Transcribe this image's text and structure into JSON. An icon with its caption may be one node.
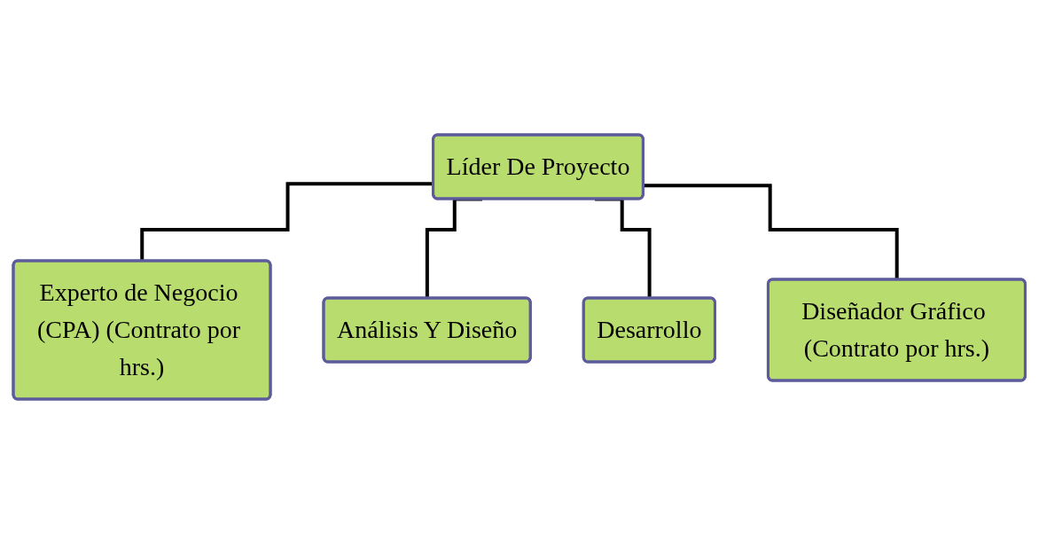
{
  "diagram": {
    "nodes": [
      {
        "text": [
          "Líder De Proyecto"
        ]
      },
      {
        "text": [
          "Experto de Negocio (CPA) (Contrato por hrs.)"
        ]
      },
      {
        "text": [
          "Análisis Y Diseño"
        ]
      },
      {
        "text": [
          "Desarrollo"
        ]
      },
      {
        "text": [
          "Diseñador Gráfico (Contrato por hrs.)"
        ]
      }
    ],
    "edges": [
      {
        "from": 0,
        "to": 1,
        "arrow": "none"
      },
      {
        "from": 0,
        "to": 2,
        "arrow": "none"
      },
      {
        "from": 0,
        "to": 3,
        "arrow": "none"
      },
      {
        "from": 0,
        "to": 4,
        "arrow": "none"
      }
    ]
  }
}
